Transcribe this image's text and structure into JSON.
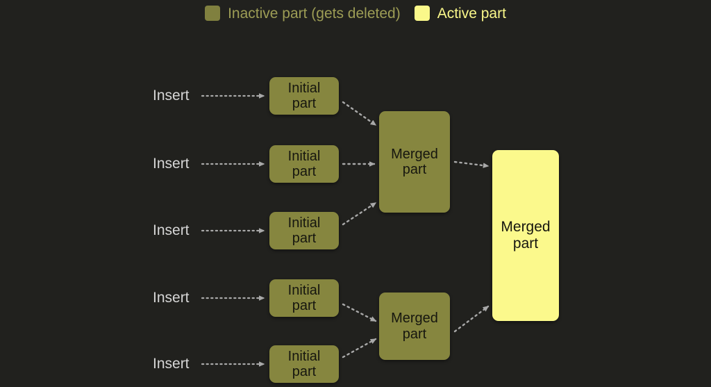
{
  "colors": {
    "background": "#21211e",
    "inactive_fill": "#86863f",
    "inactive_swatch": "#80803f",
    "inactive_text": "#9d9d55",
    "active_fill": "#fbf98c",
    "active_text": "#faf88a",
    "node_text": "#16160f",
    "insert_label": "#d6d6d6",
    "connector": "#a9a9a9"
  },
  "legend": {
    "items": [
      {
        "label": "Inactive part (gets deleted)",
        "state": "inactive",
        "swatch": "#80803f"
      },
      {
        "label": "Active part",
        "state": "active",
        "swatch": "#faf88a"
      }
    ]
  },
  "insert_labels": [
    {
      "text": "Insert"
    },
    {
      "text": "Insert"
    },
    {
      "text": "Insert"
    },
    {
      "text": "Insert"
    },
    {
      "text": "Insert"
    }
  ],
  "initial_parts": [
    {
      "label": "Initial\npart",
      "state": "inactive"
    },
    {
      "label": "Initial\npart",
      "state": "inactive"
    },
    {
      "label": "Initial\npart",
      "state": "inactive"
    },
    {
      "label": "Initial\npart",
      "state": "inactive"
    },
    {
      "label": "Initial\npart",
      "state": "inactive"
    }
  ],
  "merged_parts": [
    {
      "label": "Merged\npart",
      "state": "inactive"
    },
    {
      "label": "Merged\npart",
      "state": "inactive"
    }
  ],
  "final_part": {
    "label": "Merged\npart",
    "state": "active"
  }
}
